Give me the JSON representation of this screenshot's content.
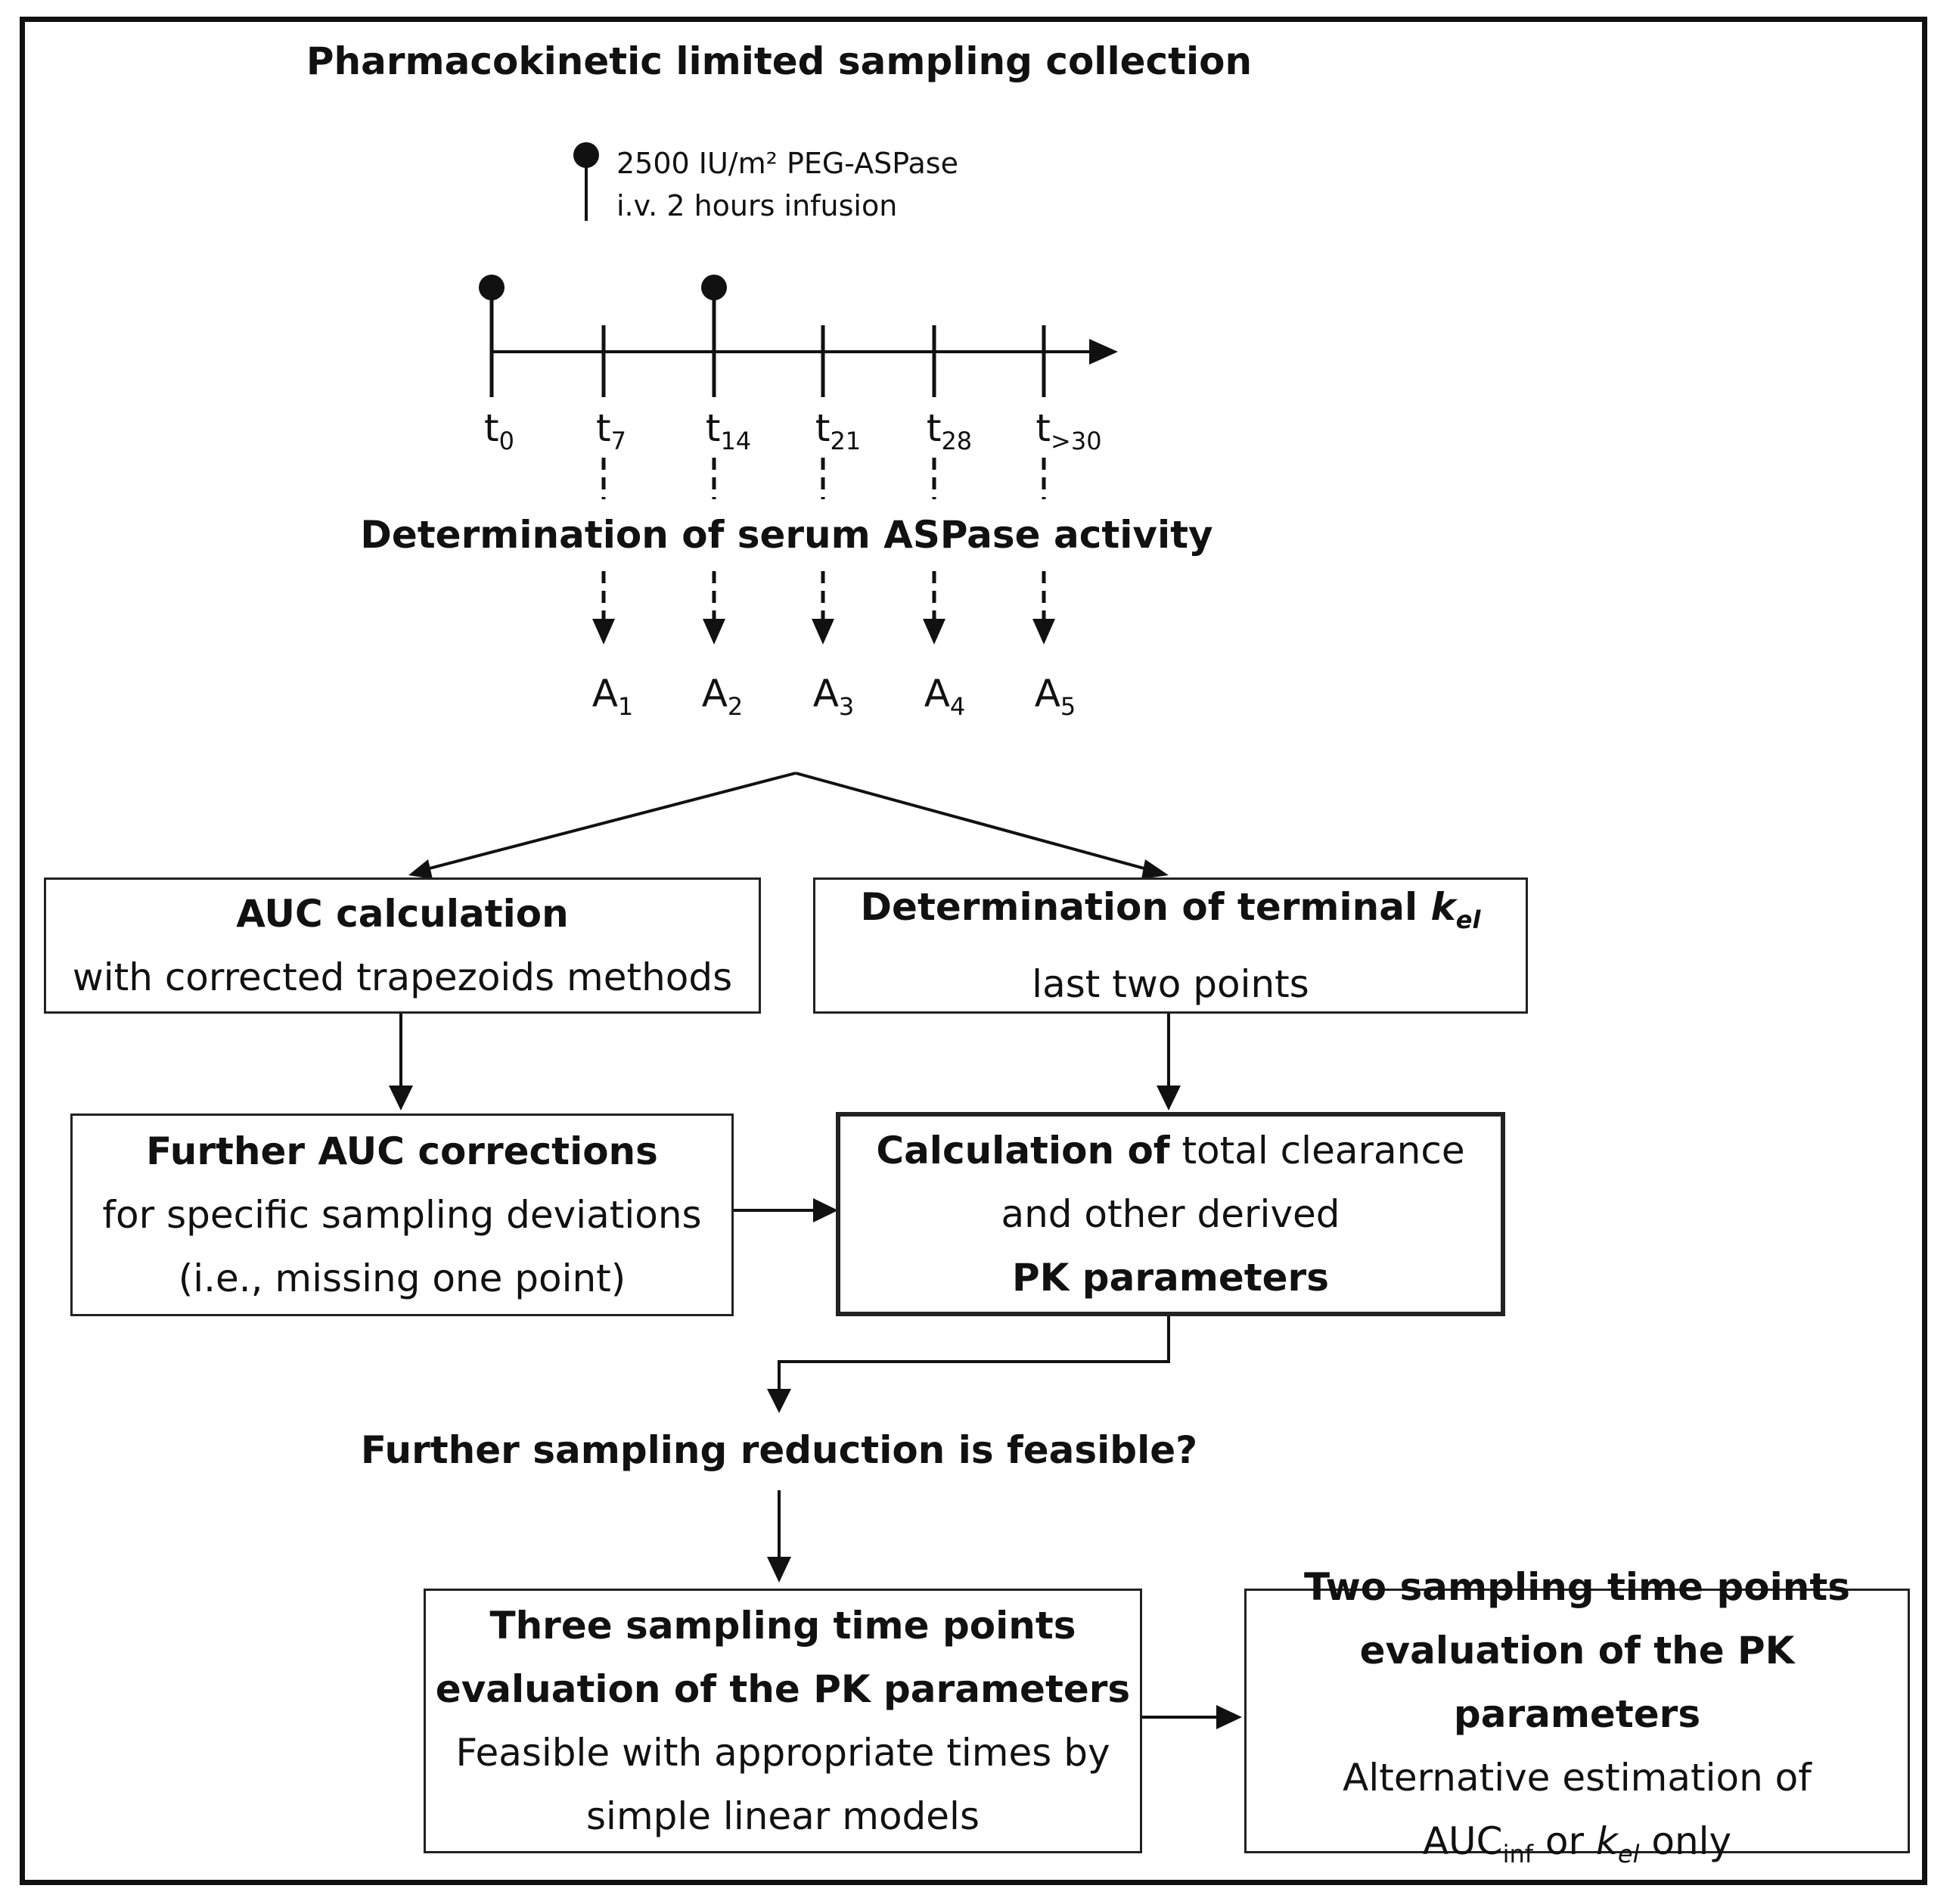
{
  "title": "Pharmacokinetic limited sampling collection",
  "dose": {
    "line1": "2500 IU/m² PEG-ASPase",
    "line2": "i.v. 2 hours infusion"
  },
  "timeline": {
    "ticks": [
      {
        "base": "t",
        "sub": "0"
      },
      {
        "base": "t",
        "sub": "7"
      },
      {
        "base": "t",
        "sub": "14"
      },
      {
        "base": "t",
        "sub": "21"
      },
      {
        "base": "t",
        "sub": "28"
      },
      {
        "base": "t",
        "sub": ">30"
      }
    ]
  },
  "serum_label": "Determination of serum ASPase activity",
  "activities": [
    {
      "base": "A",
      "sub": "1"
    },
    {
      "base": "A",
      "sub": "2"
    },
    {
      "base": "A",
      "sub": "3"
    },
    {
      "base": "A",
      "sub": "4"
    },
    {
      "base": "A",
      "sub": "5"
    }
  ],
  "boxes": {
    "auc_calc": {
      "title": "AUC calculation",
      "line1": "with corrected trapezoids methods"
    },
    "kel_det": {
      "title_prefix": "Determination of terminal ",
      "title_k": "k",
      "title_sub": "el",
      "line1": "last two points"
    },
    "further_auc": {
      "title": "Further AUC corrections",
      "line1": "for specific sampling deviations",
      "line2": "(i.e., missing one point)"
    },
    "clearance": {
      "bold_prefix": "Calculation of",
      "rest": " total clearance",
      "line2": "and other derived",
      "line3": "PK parameters"
    },
    "three_points": {
      "title": "Three sampling time points",
      "title2": "evaluation of the PK parameters",
      "line1": "Feasible with appropriate times by",
      "line2": "simple linear models"
    },
    "two_points": {
      "title": "Two sampling time points",
      "title2": "evaluation of the PK parameters",
      "line1": "Alternative estimation of",
      "auc": "AUC",
      "auc_sub": "inf",
      "or": " or ",
      "k": "k",
      "k_sub": "el",
      "only": " only"
    }
  },
  "question": "Further sampling reduction is feasible?"
}
